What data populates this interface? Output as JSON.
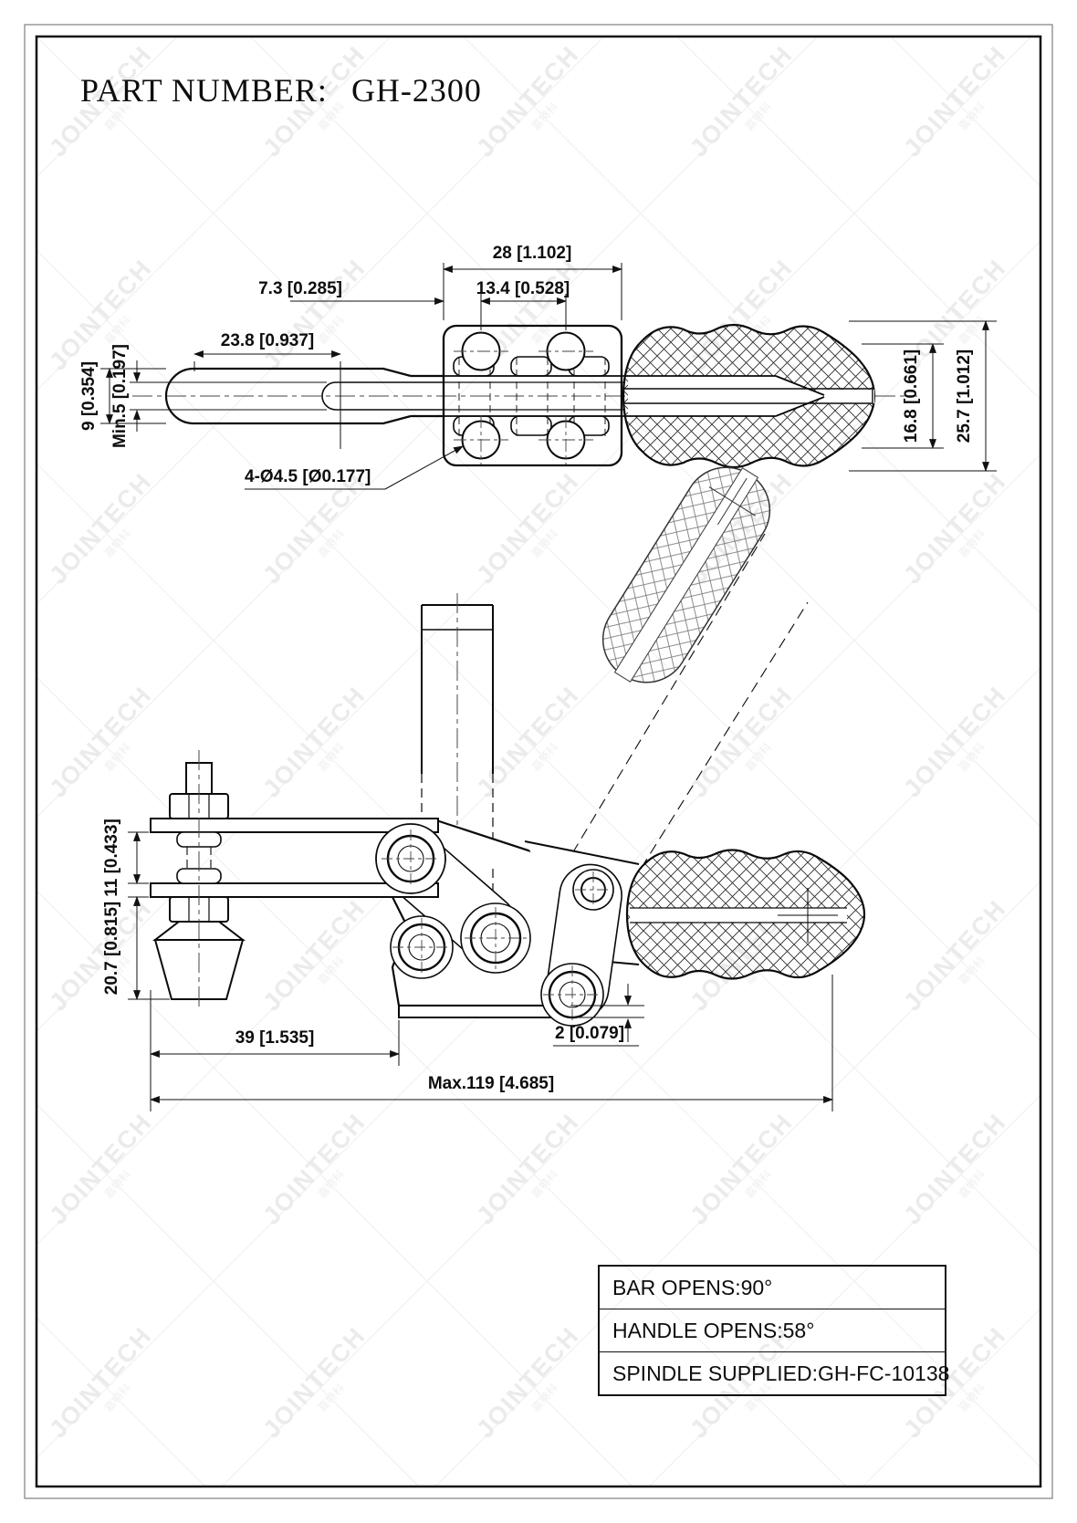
{
  "page": {
    "title_label": "PART NUMBER:",
    "part_number": "GH-2300"
  },
  "watermark": {
    "brand": "JOINTECH",
    "cjk": "嘉特科"
  },
  "top_view": {
    "dims": {
      "plate_width": "28 [1.102]",
      "edge_to_hole": "7.3 [0.285]",
      "hole_spacing": "13.4 [0.528]",
      "slot_length": "23.8 [0.937]",
      "bar_width": "9 [0.354]",
      "slot_width": "Min.5 [0.197]",
      "hole_callout": "4-Ø4.5 [Ø0.177]",
      "grip_width": "16.8 [0.661]",
      "grip_overall": "25.7 [1.012]"
    }
  },
  "front_view": {
    "dims": {
      "arm_gap": "11 [0.433]",
      "spindle_drop": "20.7 [0.815]",
      "base_offset": "39 [1.535]",
      "flange_thickness": "2 [0.079]",
      "overall_length": "Max.119 [4.685]"
    }
  },
  "spec_table": {
    "rows": [
      "BAR OPENS:90°",
      "HANDLE OPENS:58°",
      "SPINDLE SUPPLIED:GH-FC-10138"
    ]
  }
}
